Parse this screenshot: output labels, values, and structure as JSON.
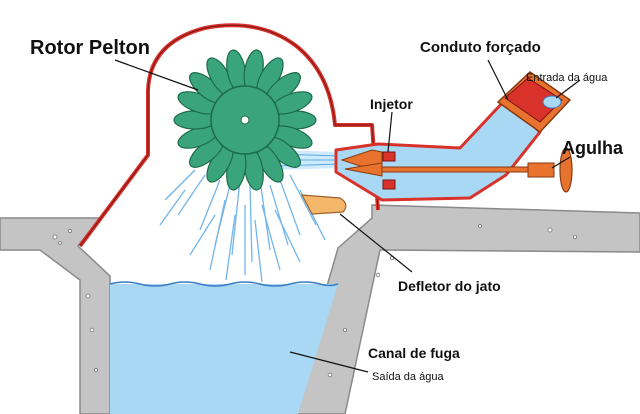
{
  "labels": {
    "rotor": "Rotor Pelton",
    "penstock": "Conduto forçado",
    "water_inlet": "Entrada da água",
    "injector": "Injetor",
    "needle": "Agulha",
    "deflector": "Defletor do jato",
    "tailrace": "Canal de fuga",
    "water_outlet": "Saída da água"
  },
  "colors": {
    "water": "#a9d8f5",
    "water_dark": "#5aa9e6",
    "concrete": "#c4c4c4",
    "casing": "#d8322b",
    "rotor": "#3aa57c",
    "needle": "#e8732e",
    "deflector": "#f5b86a"
  },
  "rotor": {
    "bucket_count": 18
  }
}
